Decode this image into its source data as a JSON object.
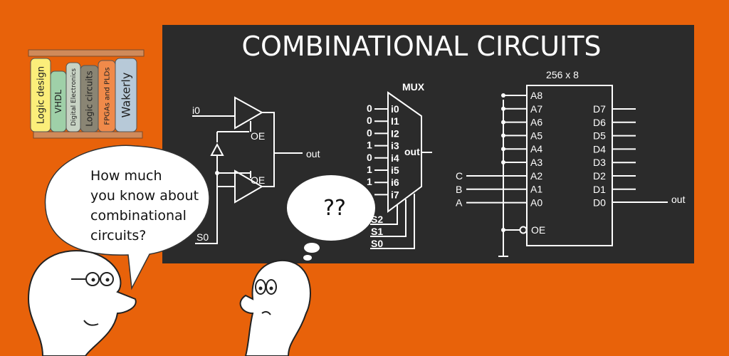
{
  "board": {
    "title": "COMBINATIONAL CIRCUITS"
  },
  "books": [
    {
      "label": "Logic design",
      "color": "#fbee7a"
    },
    {
      "label": "VHDL",
      "color": "#9fd0a8"
    },
    {
      "label": "Digital Electronics",
      "color": "#c8d3c4"
    },
    {
      "label": "Logic circuits",
      "color": "#8a8574"
    },
    {
      "label": "FPGAs and PLDs",
      "color": "#f08a4a"
    },
    {
      "label": "Wakerly",
      "color": "#b7c9d8"
    }
  ],
  "tristate": {
    "input": "i0",
    "oe1": "OE",
    "oe2": "OE",
    "output": "out",
    "select": "S0"
  },
  "mux": {
    "title": "MUX",
    "inputs": [
      {
        "value": "0",
        "name": "i0"
      },
      {
        "value": "0",
        "name": "I1"
      },
      {
        "value": "0",
        "name": "I2"
      },
      {
        "value": "1",
        "name": "i3"
      },
      {
        "value": "0",
        "name": "i4"
      },
      {
        "value": "1",
        "name": "i5"
      },
      {
        "value": "1",
        "name": "i6"
      },
      {
        "value": "",
        "name": "i7"
      }
    ],
    "output": "out",
    "selects": [
      "S2",
      "S1",
      "S0"
    ]
  },
  "rom": {
    "title": "256 x 8",
    "address": [
      "A8",
      "A7",
      "A6",
      "A5",
      "A4",
      "A3",
      "A2",
      "A1",
      "A0"
    ],
    "data": [
      "D7",
      "D6",
      "D5",
      "D4",
      "D3",
      "D2",
      "D1",
      "D0"
    ],
    "enable": "OE",
    "inputs": [
      "C",
      "B",
      "A"
    ],
    "output": "out"
  },
  "speech": {
    "lines": [
      "How much",
      "you know about",
      "combinational",
      "circuits?"
    ]
  },
  "thought": {
    "text": "??"
  },
  "colors": {
    "background": "#e8620a",
    "board": "#2b2b2b"
  }
}
